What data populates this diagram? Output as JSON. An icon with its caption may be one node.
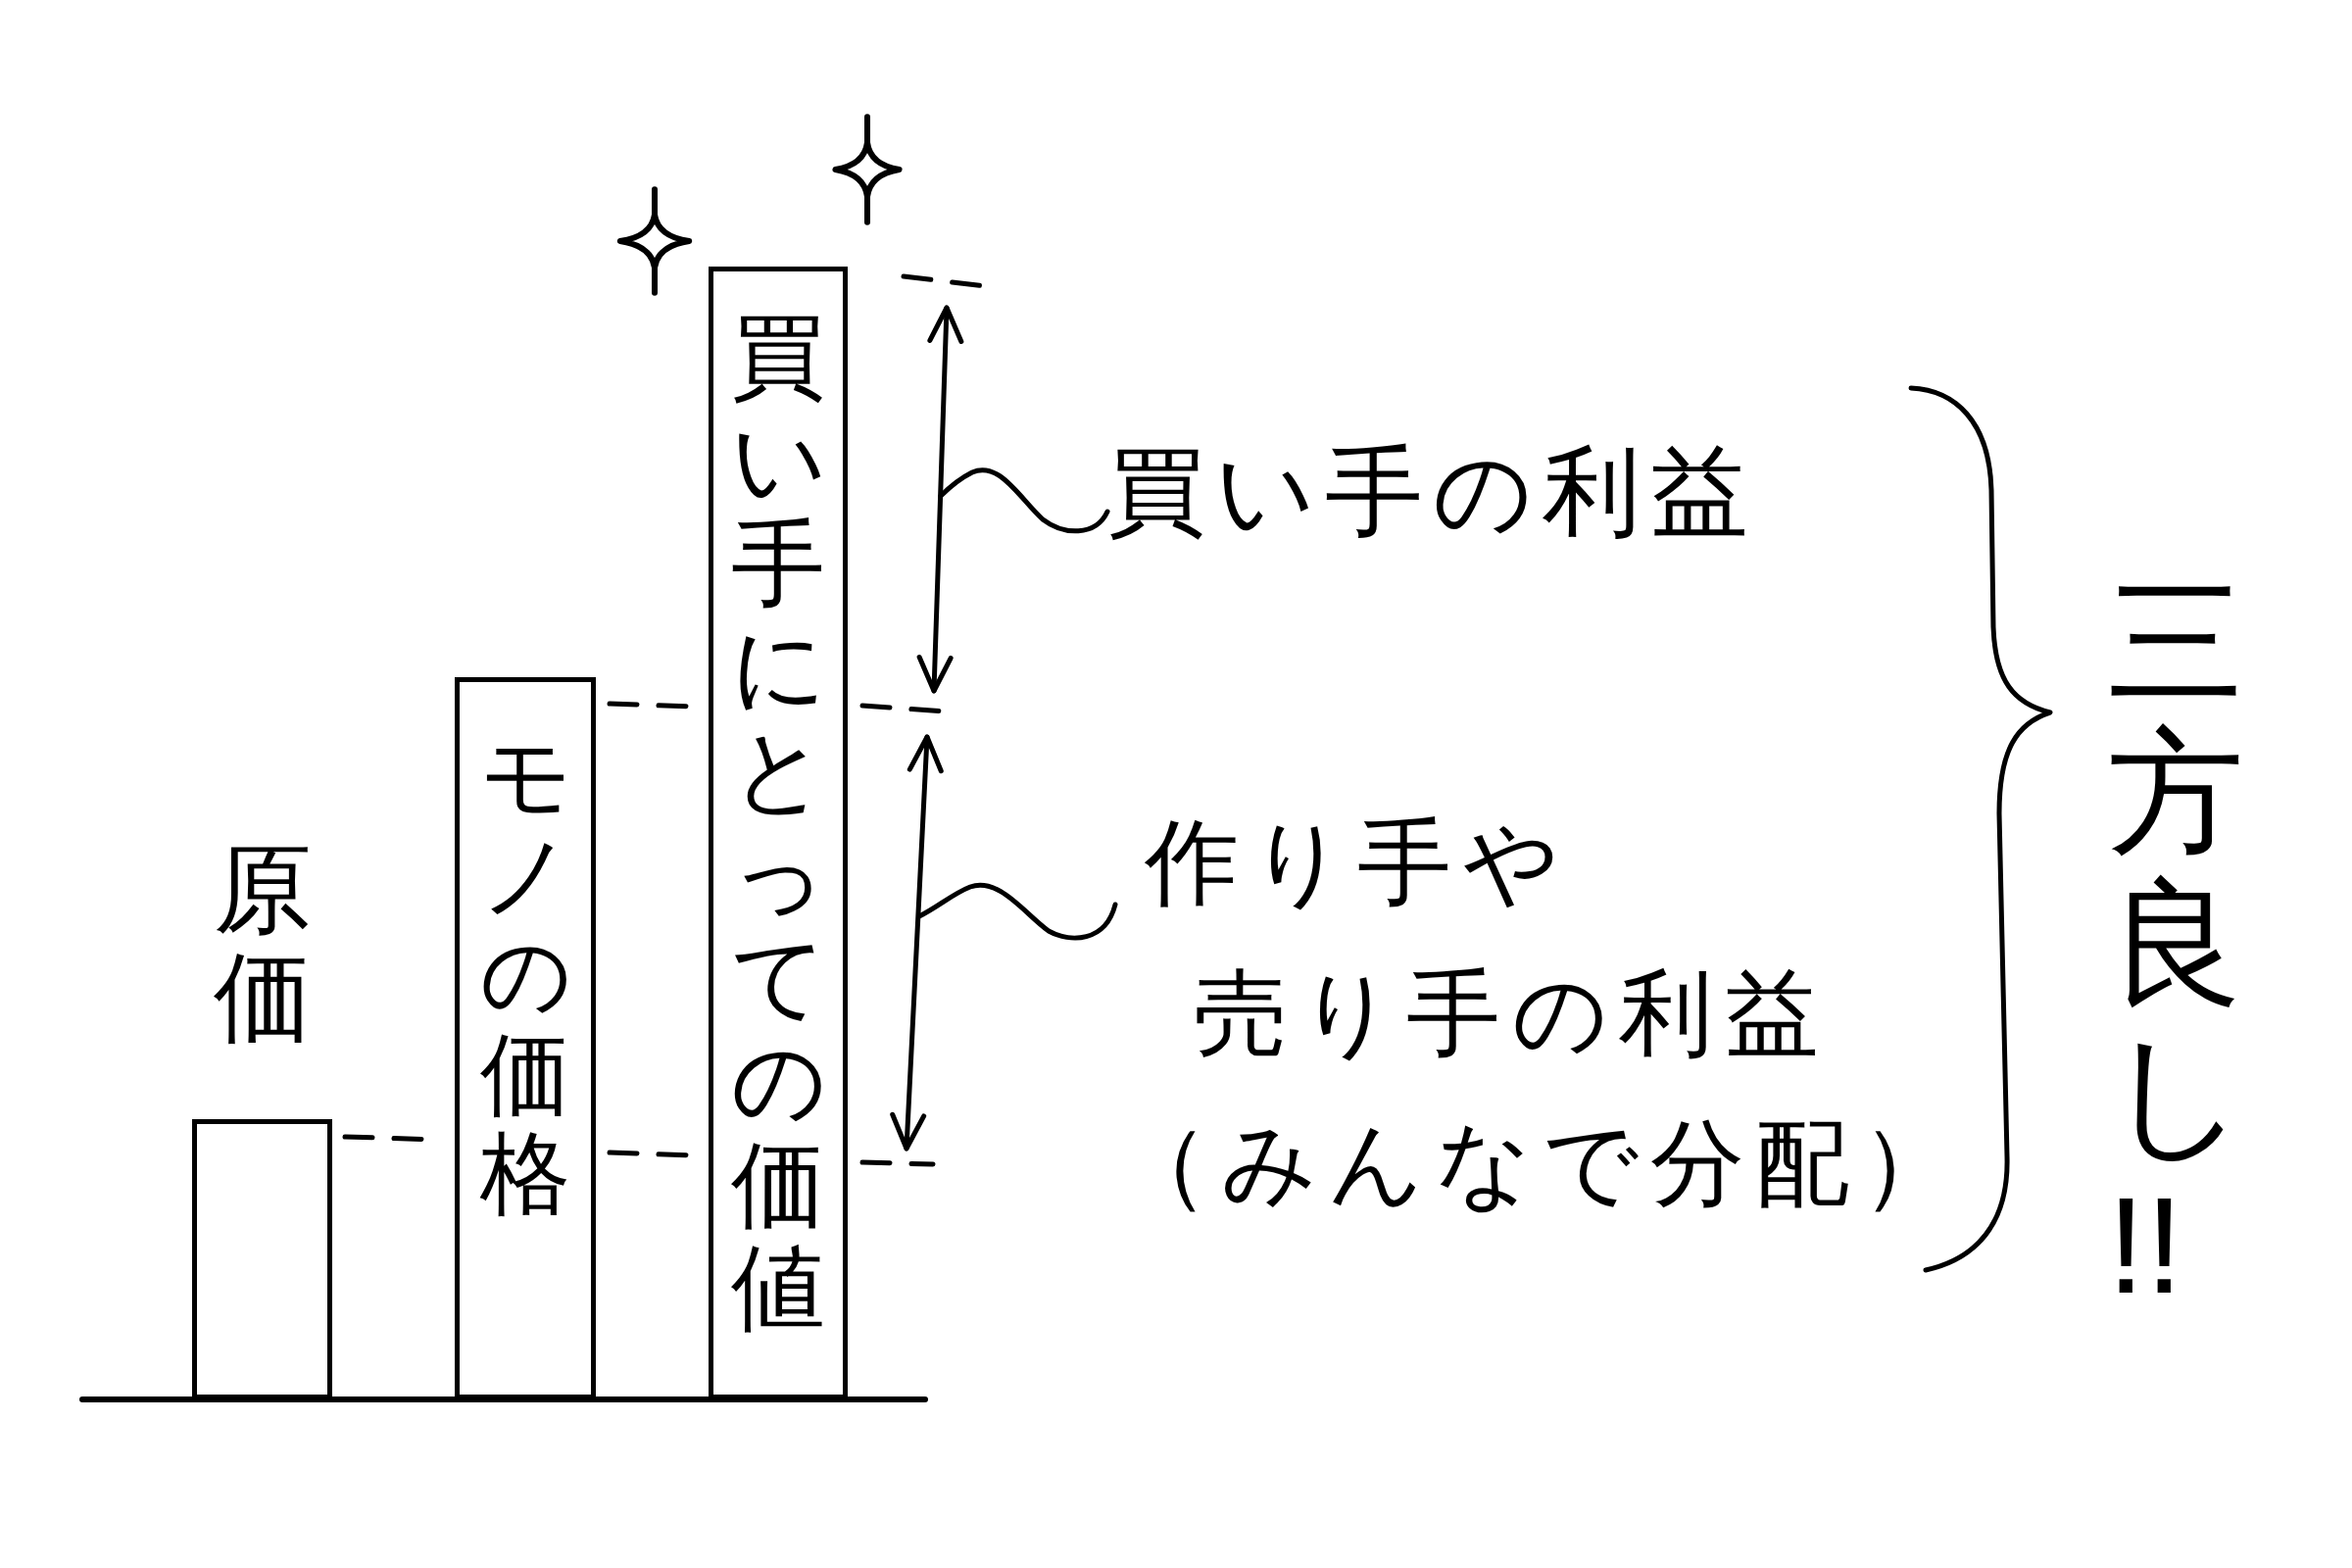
{
  "diagram": {
    "nodes": [
      {
        "text": [
          "原価"
        ]
      },
      {
        "text": [
          "モノの価格"
        ]
      },
      {
        "text": [
          "買い手にとっての価値"
        ]
      },
      {
        "text": [
          "買い手の利益"
        ]
      },
      {
        "text": [
          "作り手や売り手の利益",
          "（みんなで分配）"
        ]
      }
    ],
    "edges": [
      {
        "from": 3,
        "to": null,
        "arrow": "none"
      },
      {
        "from": 4,
        "to": null,
        "arrow": "none"
      }
    ],
    "labels": [
      "三方良し!!"
    ]
  }
}
